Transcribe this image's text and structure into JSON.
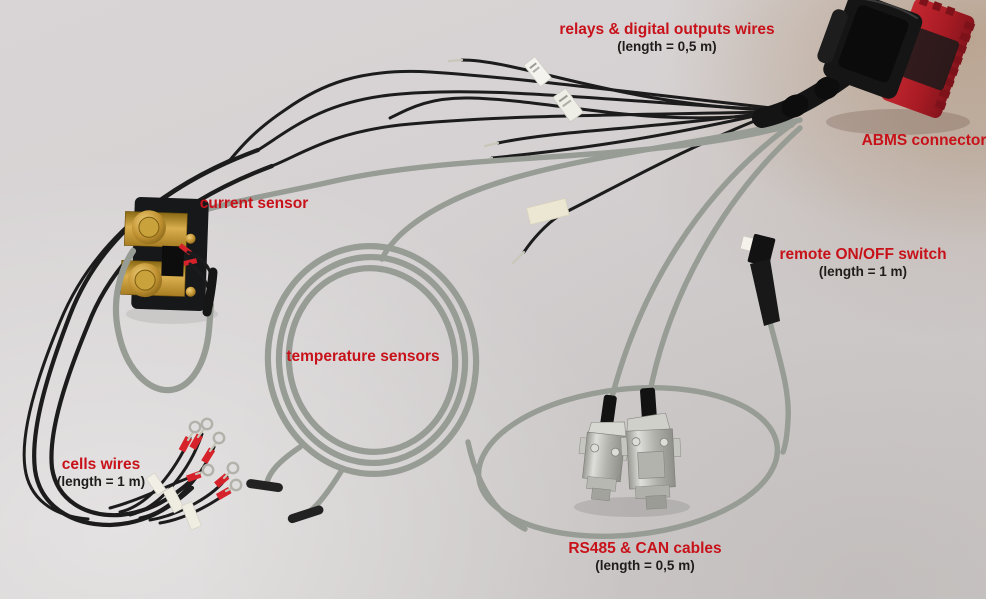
{
  "colors": {
    "label_red": "#C8121A",
    "label_black": "#1F1D1B",
    "wire_black": "#1C1C1C",
    "cable_grey": "#979C95",
    "connector_red": "#B5202A",
    "brass_gold": "#C9973B",
    "metal_silver": "#C2C2BE",
    "background_grey": "#D5D1D2"
  },
  "labels": {
    "relays": {
      "title": "relays & digital outputs wires",
      "sub": "(length = 0,5 m)"
    },
    "abms": {
      "title": "ABMS connector"
    },
    "current_sensor": {
      "title": "current sensor"
    },
    "temperature": {
      "title": "temperature sensors"
    },
    "remote_switch": {
      "title": "remote ON/OFF switch",
      "sub": "(length = 1 m)"
    },
    "cells": {
      "title": "cells wires",
      "sub": "(length = 1 m)"
    },
    "rs485": {
      "title": "RS485 & CAN cables",
      "sub": "(length = 0,5 m)"
    }
  }
}
